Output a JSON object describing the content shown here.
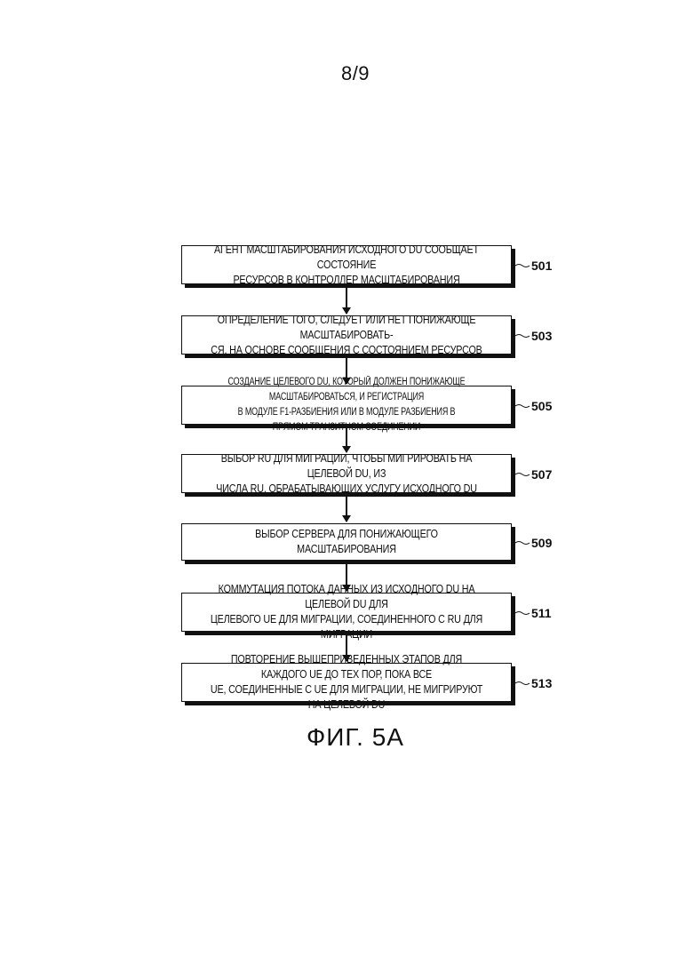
{
  "page_number": "8/9",
  "caption": "ФИГ. 5А",
  "steps": [
    {
      "ref": "501",
      "text": "АГЕНТ МАСШТАБИРОВАНИЯ ИСХОДНОГО DU СООБЩАЕТ СОСТОЯНИЕ\nРЕСУРСОВ В КОНТРОЛЛЕР МАСШТАБИРОВАНИЯ"
    },
    {
      "ref": "503",
      "text": "ОПРЕДЕЛЕНИЕ ТОГО, СЛЕДУЕТ ИЛИ НЕТ ПОНИЖАЮЩЕ МАСШТАБИРОВАТЬ-\nСЯ, НА ОСНОВЕ СООБЩЕНИЯ С СОСТОЯНИЕМ РЕСУРСОВ"
    },
    {
      "ref": "505",
      "text": "СОЗДАНИЕ ЦЕЛЕВОГО DU, КОТОРЫЙ ДОЛЖЕН ПОНИЖАЮЩЕ МАСШТАБИРОВАТЬСЯ, И РЕГИСТРАЦИЯ\nВ МОДУЛЕ F1-РАЗБИЕНИЯ ИЛИ В МОДУЛЕ РАЗБИЕНИЯ В ПРЯМОМ ТРАНЗИТНОМ СОЕДИНЕНИИ"
    },
    {
      "ref": "507",
      "text": "ВЫБОР RU ДЛЯ МИГРАЦИИ, ЧТОБЫ МИГРИРОВАТЬ НА ЦЕЛЕВОЙ DU, ИЗ\nЧИСЛА RU, ОБРАБАТЫВАЮЩИХ УСЛУГУ ИСХОДНОГО DU"
    },
    {
      "ref": "509",
      "text": "ВЫБОР СЕРВЕРА ДЛЯ ПОНИЖАЮЩЕГО МАСШТАБИРОВАНИЯ"
    },
    {
      "ref": "511",
      "text": "КОММУТАЦИЯ ПОТОКА ДАННЫХ ИЗ ИСХОДНОГО DU НА ЦЕЛЕВОЙ DU ДЛЯ\nЦЕЛЕВОГО UE ДЛЯ МИГРАЦИИ, СОЕДИНЕННОГО С RU ДЛЯ МИГРАЦИИ"
    },
    {
      "ref": "513",
      "text": "ПОВТОРЕНИЕ ВЫШЕПРИВЕДЕННЫХ ЭТАПОВ ДЛЯ КАЖДОГО UE ДО ТЕХ ПОР, ПОКА ВСЕ\nUE, СОЕДИНЕННЫЕ С UE ДЛЯ МИГРАЦИИ, НЕ МИГРИРУЮТ НА ЦЕЛЕВОЙ DU"
    }
  ]
}
